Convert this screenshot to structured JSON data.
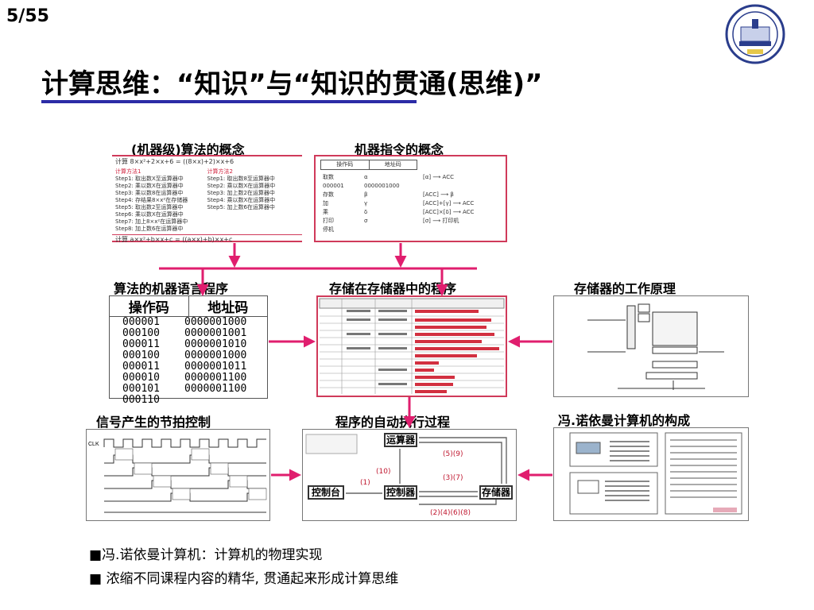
{
  "header": {
    "page_number": "5/55",
    "title": "计算思维：“知识”与“知识的贯通(思维)”"
  },
  "panels": {
    "algorithm": {
      "title": "(机器级)算法的概念",
      "formula_top": "计算  8×x²+2×x+6  =  ((8×x)+2)×x+6",
      "method1_title": "计算方法1",
      "method2_title": "计算方法2",
      "method1": [
        "Step1:  取出数X至运算器中",
        "Step2:  乘以数X在运算器中",
        "Step3:  乘以数8在运算器中",
        "Step4:  存结果8×x²在存储器",
        "Step5:  取出数2至运算器中",
        "Step6:  乘以数X在运算器中",
        "Step7:  加上8×x²在运算器中",
        "Step8:  加上数6在运算器中"
      ],
      "method2": [
        "Step1:  取出数8至运算器中",
        "Step2:  乘以数X在运算器中",
        "Step3:  加上数2在运算器中",
        "Step4:  乘以数X在运算器中",
        "Step5:  加上数6在运算器中"
      ],
      "formula_bottom": "计算  a×x²+b×x+c  =  ((a×x)+b)×x+c"
    },
    "instruction": {
      "title": "机器指令的概念",
      "col_opcode": "操作码",
      "col_address": "地址码",
      "rows": [
        [
          "取数",
          "α",
          "[α]  ⟶ ACC"
        ],
        [
          "000001",
          "0000001000",
          ""
        ],
        [
          "存数",
          "β",
          "[ACC]  ⟶  β"
        ],
        [
          "加",
          "γ",
          "[ACC]+[γ]  ⟶  ACC"
        ],
        [
          "乘",
          "δ",
          "[ACC]×[δ]  ⟶  ACC"
        ],
        [
          "打印",
          "σ",
          "[σ]  ⟶ 打印机"
        ],
        [
          "停机",
          "",
          ""
        ]
      ]
    },
    "machine_program": {
      "title": "算法的机器语言程序",
      "col_opcode": "操作码",
      "col_address": "地址码",
      "rows": [
        [
          "000001",
          "0000001000"
        ],
        [
          "000100",
          "0000001001"
        ],
        [
          "000011",
          "0000001010"
        ],
        [
          "000100",
          "0000001000"
        ],
        [
          "000011",
          "0000001011"
        ],
        [
          "000010",
          "0000001100"
        ],
        [
          "000101",
          "0000001100"
        ],
        [
          "000110",
          ""
        ]
      ]
    },
    "stored_program": {
      "title": "存储在存储器中的程序"
    },
    "memory_principle": {
      "title": "存储器的工作原理"
    },
    "signal_timing": {
      "title": "信号产生的节拍控制",
      "clk_label": "CLK"
    },
    "auto_execution": {
      "title": "程序的自动执行过程",
      "alu": "运算器",
      "control_unit": "控制器",
      "console": "控制台",
      "memory": "存储器",
      "label_59": "(5)(9)",
      "label_10": "(10)",
      "label_1": "(1)",
      "label_37": "(3)(7)",
      "label_2468": "(2)(4)(6)(8)"
    },
    "von_neumann": {
      "title": "冯.诺依曼计算机的构成"
    }
  },
  "bullets": [
    "冯.诺依曼计算机：计算机的物理实现",
    "浓缩不同课程内容的精华, 贯通起来形成计算思维"
  ],
  "colors": {
    "accent_underline": "#2b2ba6",
    "arrow": "#e01e6e",
    "box_border": "#d03a5a"
  }
}
